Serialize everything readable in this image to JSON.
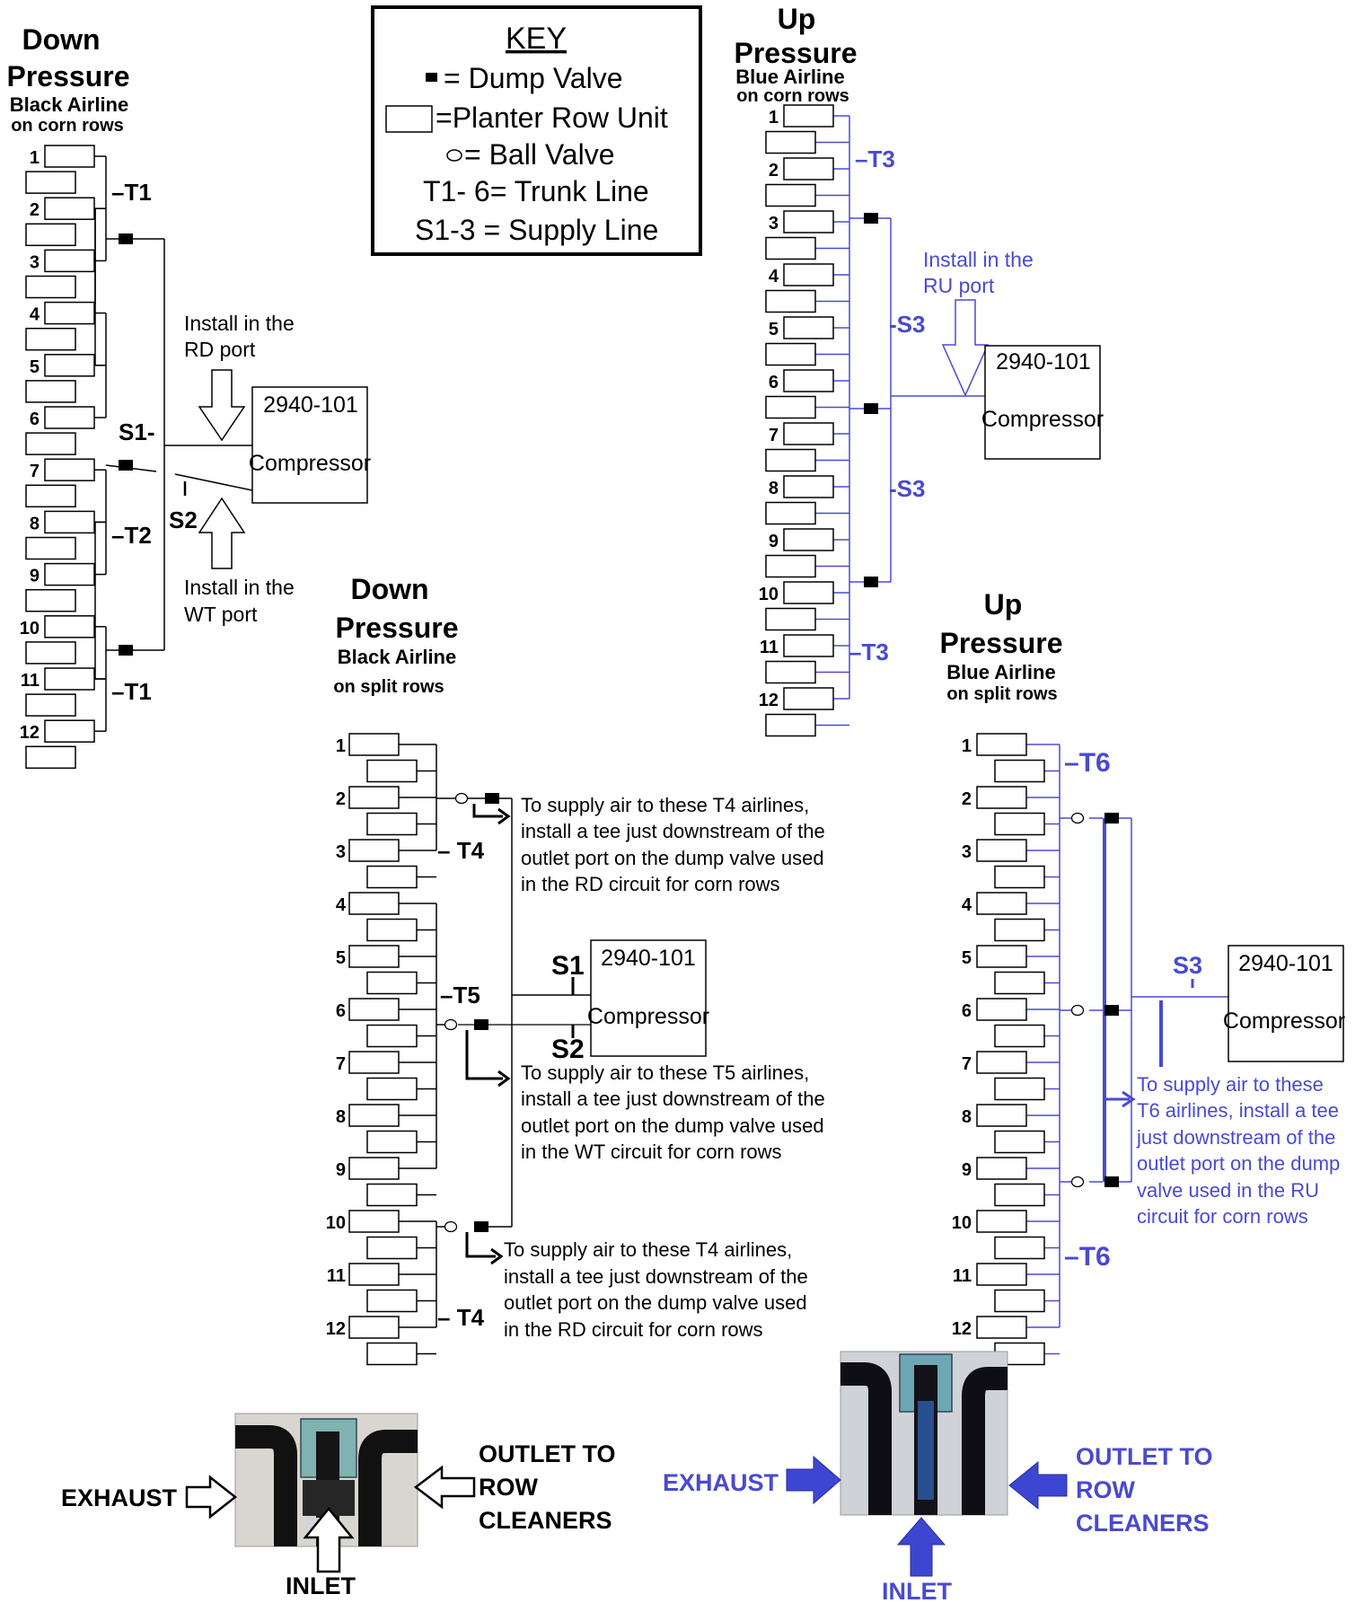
{
  "colors": {
    "black": "#000000",
    "blue": "#4a4ad0",
    "photo_bg": "#d9d6cf",
    "photo_bg2": "#cfd3d8"
  },
  "key": {
    "title": "KEY",
    "dump_valve": "= Dump Valve",
    "row_unit": "=Planter Row Unit",
    "ball_valve": "= Ball Valve",
    "trunk": "T1- 6= Trunk Line",
    "supply": "S1-3 = Supply Line"
  },
  "row_numbers": [
    "1",
    "2",
    "3",
    "4",
    "5",
    "6",
    "7",
    "8",
    "9",
    "10",
    "11",
    "12"
  ],
  "compressor": {
    "model": "2940-101",
    "label": "Compressor"
  },
  "down_corn": {
    "title1": "Down",
    "title2": "Pressure",
    "sub1": "Black Airline",
    "sub2": "on corn rows",
    "t1": "T1",
    "t2": "T2",
    "s1": "S1",
    "s2": "S2",
    "rd1": "Install in the",
    "rd2": "RD port",
    "wt1": "Install in the",
    "wt2": "WT port"
  },
  "up_corn": {
    "title1": "Up",
    "title2": "Pressure",
    "sub1": "Blue Airline",
    "sub2": "on corn rows",
    "t3": "T3",
    "s3": "S3",
    "ru1": "Install in the",
    "ru2": "RU port"
  },
  "down_split": {
    "title1": "Down",
    "title2": "Pressure",
    "sub1": "Black Airline",
    "sub2": "on split rows",
    "t4": "T4",
    "t5": "T5",
    "s1": "S1",
    "s2": "S2",
    "note1": [
      "To supply air to these T4 airlines,",
      "install a tee just downstream of the",
      "outlet port on the dump valve used",
      "in the RD circuit for corn rows"
    ],
    "note2": [
      "To supply air to these T5 airlines,",
      "install a tee just downstream of the",
      "outlet port on the dump valve used",
      "in the WT circuit for corn rows"
    ],
    "note3": [
      "To supply air to these T4 airlines,",
      "install a tee just downstream of the",
      "outlet port on the dump valve used",
      "in the RD circuit for corn rows"
    ]
  },
  "up_split": {
    "title1": "Up",
    "title2": "Pressure",
    "sub1": "Blue Airline",
    "sub2": "on split rows",
    "t6": "T6",
    "s3": "S3",
    "note": [
      "To supply air to these",
      "T6 airlines, install a tee",
      "just downstream of the",
      "outlet port on the dump",
      "valve used in the RU",
      "circuit for corn rows"
    ]
  },
  "valve_black": {
    "exhaust": "EXHAUST",
    "outlet1": "OUTLET TO",
    "outlet2": "ROW",
    "outlet3": "CLEANERS",
    "inlet": "INLET"
  },
  "valve_blue": {
    "exhaust": "EXHAUST",
    "outlet1": "OUTLET TO",
    "outlet2": "ROW",
    "outlet3": "CLEANERS",
    "inlet": "INLET"
  }
}
